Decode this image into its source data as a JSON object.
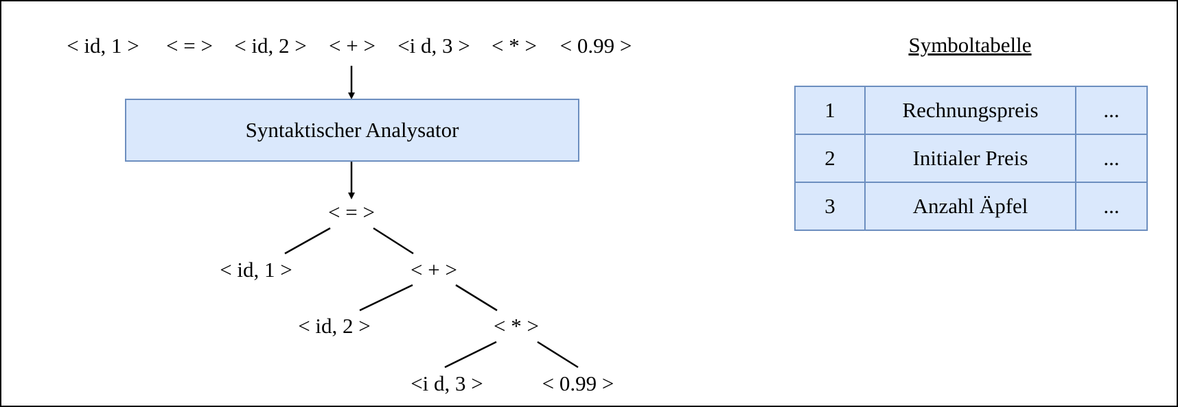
{
  "token_stream": [
    {
      "label": "< id, 1 >"
    },
    {
      "label": "< = >"
    },
    {
      "label": "< id, 2 >"
    },
    {
      "label": "< + >"
    },
    {
      "label": "<i d, 3 >"
    },
    {
      "label": "< * >"
    },
    {
      "label": "< 0.99 >"
    }
  ],
  "analyzer": {
    "label": "Syntaktischer Analysator"
  },
  "tree": {
    "root": "< = >",
    "root_left": "< id, 1 >",
    "root_right": "< + >",
    "plus_left": "< id, 2 >",
    "plus_right": "< * >",
    "mul_left": "<i d, 3 >",
    "mul_right": "< 0.99 >"
  },
  "symbol_table": {
    "title": "Symboltabelle",
    "rows": [
      {
        "index": "1",
        "name": "Rechnungspreis",
        "more": "..."
      },
      {
        "index": "2",
        "name": "Initialer Preis",
        "more": "..."
      },
      {
        "index": "3",
        "name": "Anzahl Äpfel",
        "more": "..."
      }
    ]
  },
  "colors": {
    "box_fill": "#dae8fc",
    "box_stroke": "#6c8ebf",
    "line": "#000000"
  }
}
